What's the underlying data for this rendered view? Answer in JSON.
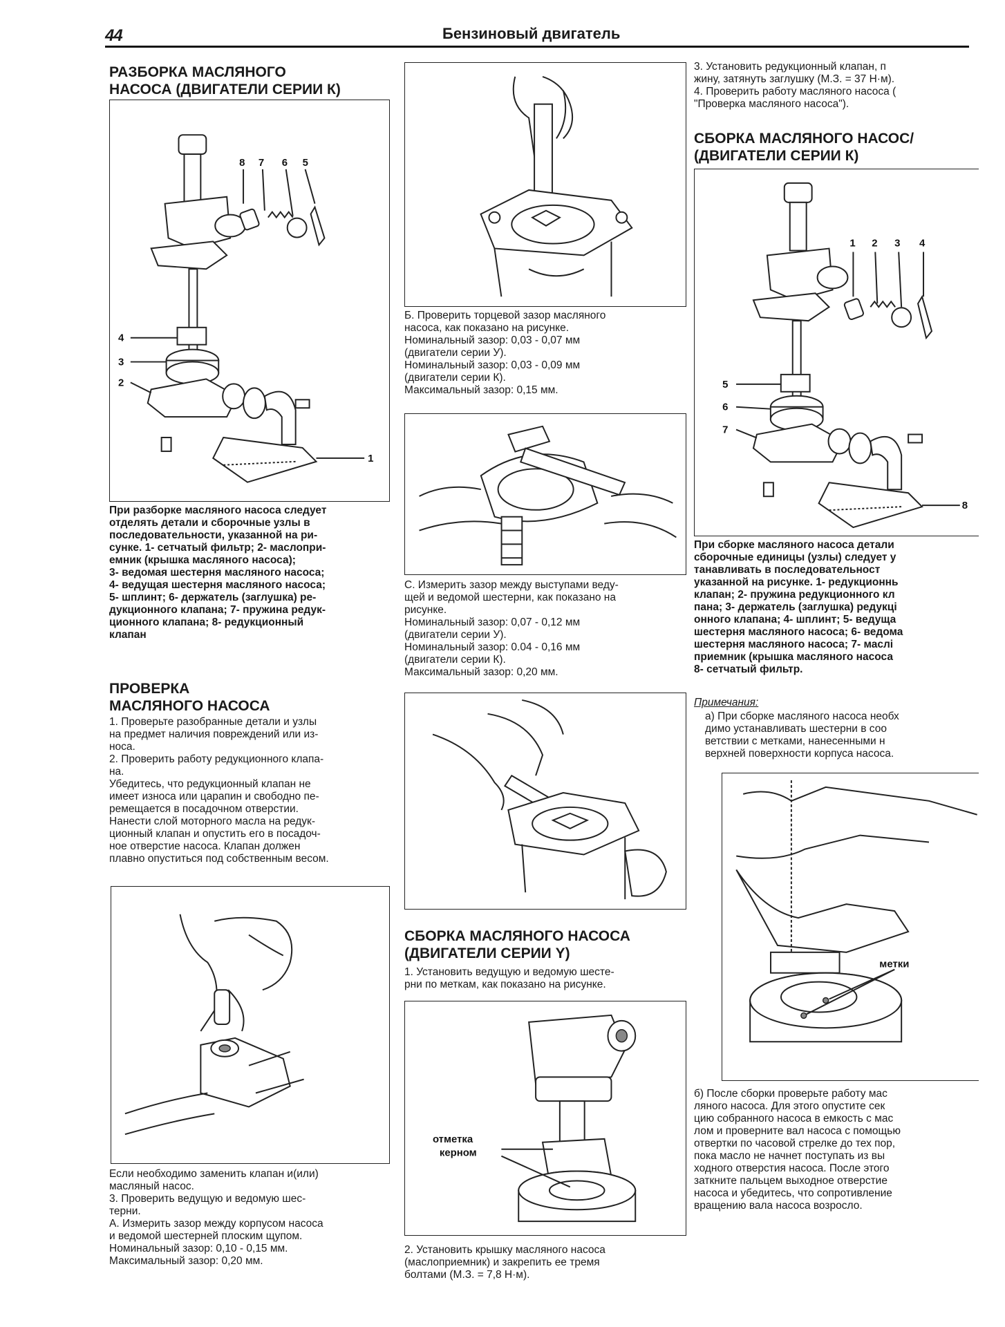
{
  "header": {
    "page_number": "44",
    "title": "Бензиновый двигатель"
  },
  "col1": {
    "section1_title": "РАЗБОРКА МАСЛЯНОГО\nНАСОСА (ДВИГАТЕЛИ СЕРИИ К)",
    "fig1_labels": [
      "8",
      "7",
      "6",
      "5",
      "4",
      "3",
      "2",
      "1"
    ],
    "fig1_caption": "При разборке масляного насоса следует\nотделять детали и сборочные узлы в\nпоследовательности, указанной на ри-\nсунке. 1- сетчатый фильтр; 2- маслопри-\nемник (крышка масляного насоса);\n3- ведомая шестерня масляного насоса;\n4- ведущая шестерня масляного насоса;\n5- шплинт; 6- держатель (заглушка) ре-\nдукционного клапана; 7- пружина редук-\nционного клапана; 8- редукционный\nклапан",
    "section2_title": "ПРОВЕРКА\nМАСЛЯНОГО НАСОСА",
    "section2_text": "1. Проверьте разобранные детали и узлы\nна предмет наличия повреждений или из-\nноса.\n2. Проверить работу редукционного клапа-\nна.\nУбедитесь, что редукционный клапан не\nимеет износа или царапин и свободно пе-\nремещается в посадочном отверстии.\nНанести слой моторного масла на редук-\nционный клапан и опустить его в посадоч-\nное отверстие насоса. Клапан должен\nплавно опуститься под собственным весом.",
    "bottom_text": "Если необходимо заменить клапан и(или)\nмасляный насос.\n3. Проверить ведущую и ведомую шес-\nтерни.\nА. Измерить зазор между корпусом насоса\nи ведомой шестерней плоским щупом.\nНоминальный зазор: 0,10 - 0,15 мм.\nМаксимальный зазор: 0,20 мм."
  },
  "col2": {
    "text_b": "Б. Проверить торцевой зазор масляного\nнасоса, как показано на рисунке.\nНоминальный зазор: 0,03 - 0,07 мм\n(двигатели серии У).\nНоминальный зазор: 0,03 - 0,09 мм\n(двигатели серии К).\nМаксимальный зазор: 0,15 мм.",
    "text_c": "С. Измерить зазор между выступами веду-\nщей и ведомой шестерни, как показано на\nрисунке.\nНоминальный зазор: 0,07 - 0,12 мм\n(двигатели серии У).\nНоминальный зазор: 0.04 - 0,16 мм\n(двигатели серии К).\nМаксимальный зазор: 0,20 мм.",
    "section3_title": "СБОРКА МАСЛЯНОГО НАСОСА\n(ДВИГАТЕЛИ СЕРИИ Y)",
    "section3_text": "1. Установить ведущую и ведомую шесте-\nрни по меткам, как показано на рисунке.",
    "fig_label": "отметка\nкерном",
    "bottom_text": "2. Установить крышку масляного насоса\n(маслоприемник) и закрепить ее тремя\nболтами (М.З. = 7,8 Н·м)."
  },
  "col3": {
    "top_text": "3. Установить редукционный клапан, п\nжину, затянуть заглушку (М.З. = 37 Н·м).\n4. Проверить работу масляного насоса (\n\"Проверка масляного насоса\").",
    "section4_title": "СБОРКА МАСЛЯНОГО НАСОС/\n(ДВИГАТЕЛИ СЕРИИ К)",
    "fig_labels": [
      "1",
      "2",
      "3",
      "4",
      "5",
      "6",
      "7",
      "8"
    ],
    "caption": "При сборке масляного насоса детали\nсборочные единицы (узлы) следует у\nтанавливать в последовательност\nуказанной на рисунке. 1- редукционнь\nклапан; 2- пружина редукционного кл\nпана; 3- держатель (заглушка) редукці\nонного клапана; 4- шплинт; 5- ведуща\nшестерня масляного насоса; 6- ведома\nшестерня масляного насоса; 7- маслі\nприемник (крышка масляного насоса\n8- сетчатый фильтр.",
    "notes_title": "Примечания:",
    "note_a": "а) При сборке масляного насоса необх\nдимо устанавливать шестерни в соо\nветствии с метками, нанесенными н\nверхней поверхности корпуса насоса.",
    "fig_marks_label": "метки",
    "note_b": "б) После сборки проверьте работу мас\nляного насоса. Для этого опустите сек\nцию собранного насоса в емкость с мас\nлом и проверните вал насоса с помощью\nотвертки по часовой стрелке до тех пор,\nпока масло не начнет поступать из вы\nходного отверстия насоса. После этого\nзаткните пальцем выходное отверстие\nнасоса и убедитесь, что сопротивление\nвращению вала насоса возросло."
  }
}
